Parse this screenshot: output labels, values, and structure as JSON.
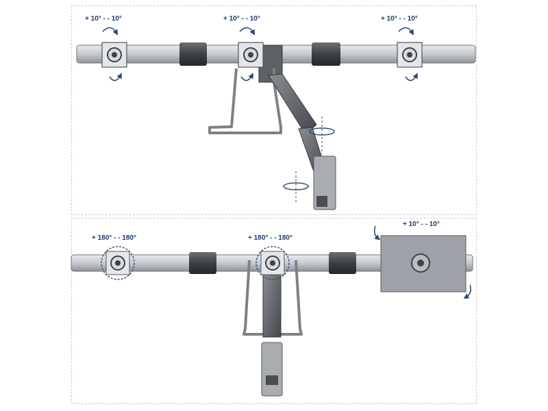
{
  "top_view": {
    "rotation_labels": [
      "+ 10° - - 10°",
      "+ 10° - - 10°",
      "+ 10° - - 10°"
    ]
  },
  "bottom_view": {
    "rotation_labels": [
      "+ 180° - - 180°",
      "+ 180° - - 180°",
      "+ 10° - - 10°"
    ]
  },
  "colors": {
    "arrow": "#2b4a7a",
    "bar": "#c9ccd1",
    "sleeve": "#4a4d52",
    "arm": "#6b6f75",
    "monitor": "#9ea2a8"
  }
}
